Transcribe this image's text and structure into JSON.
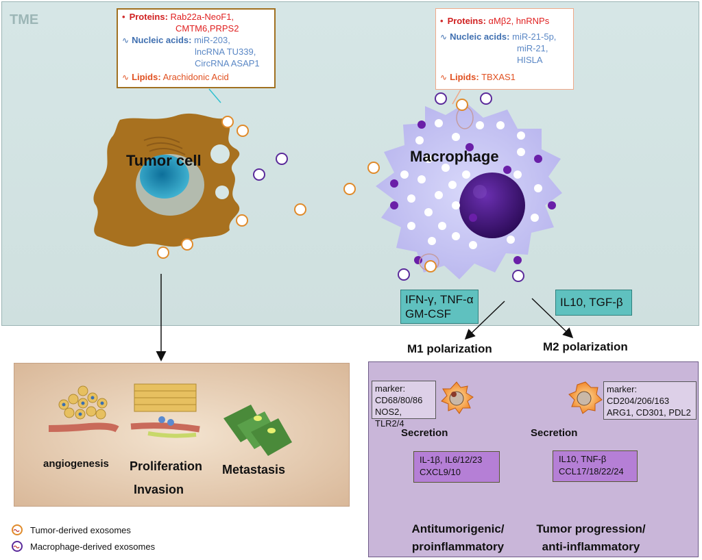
{
  "tme_label": "TME",
  "tumor_cargo": {
    "proteins_label": "Proteins:",
    "proteins_line1": "Rab22a-NeoF1,",
    "proteins_line2": "CMTM6,PRPS2",
    "nucleic_label": "Nucleic acids:",
    "nucleic_line1": "miR-203,",
    "nucleic_line2": "lncRNA TU339,",
    "nucleic_line3": "CircRNA ASAP1",
    "lipids_label": "Lipids:",
    "lipids_value": "Arachidonic Acid"
  },
  "macrophage_cargo": {
    "proteins_label": "Proteins:",
    "proteins_value": "αMβ2, hnRNPs",
    "nucleic_label": "Nucleic acids:",
    "nucleic_line1": "miR-21-5p,",
    "nucleic_line2": "miR-21,",
    "nucleic_line3": "HISLA",
    "lipids_label": "Lipids:",
    "lipids_value": "TBXAS1"
  },
  "tumor_cell_label": "Tumor cell",
  "macrophage_label": "Macrophage",
  "m1_cytokines": {
    "line1": "IFN-γ, TNF-α",
    "line2": "GM-CSF"
  },
  "m2_cytokines": {
    "line1": "IL10, TGF-β"
  },
  "m1_label": "M1 polarization",
  "m2_label": "M2 polarization",
  "effects": {
    "angiogenesis": "angiogenesis",
    "proliferation": "Proliferation",
    "invasion": "Invasion",
    "metastasis": "Metastasis"
  },
  "m1_marker": {
    "line1": "marker:",
    "line2": "CD68/80/86",
    "line3": "NOS2, TLR2/4"
  },
  "m2_marker": {
    "line1": "marker:",
    "line2": "CD204/206/163",
    "line3": "ARG1, CD301, PDL2"
  },
  "secretion_label": "Secretion",
  "m1_secretion": {
    "line1": "IL-1β, IL6/12/23",
    "line2": "CXCL9/10"
  },
  "m2_secretion": {
    "line1": "IL10, TNF-β",
    "line2": "CCL17/18/22/24"
  },
  "m1_outcome": {
    "line1": "Antitumorigenic/",
    "line2": "proinflammatory"
  },
  "m2_outcome": {
    "line1": "Tumor progression/",
    "line2": "anti-inflammatory"
  },
  "legend": {
    "tumor": "Tumor-derived exosomes",
    "macrophage": "Macrophage-derived exosomes"
  },
  "colors": {
    "tme_bg": "#d6e6e6",
    "tumor_cell": "#a8711f",
    "nucleus": "#2aa3c4",
    "macrophage": "#c9c9f5",
    "macrophage_nucleus": "#3a1466",
    "granule_purple": "#6a1fa8",
    "teal_box": "#5fc1bf",
    "right_panel": "#c9b6d9",
    "secretion_box": "#b57fd6"
  }
}
